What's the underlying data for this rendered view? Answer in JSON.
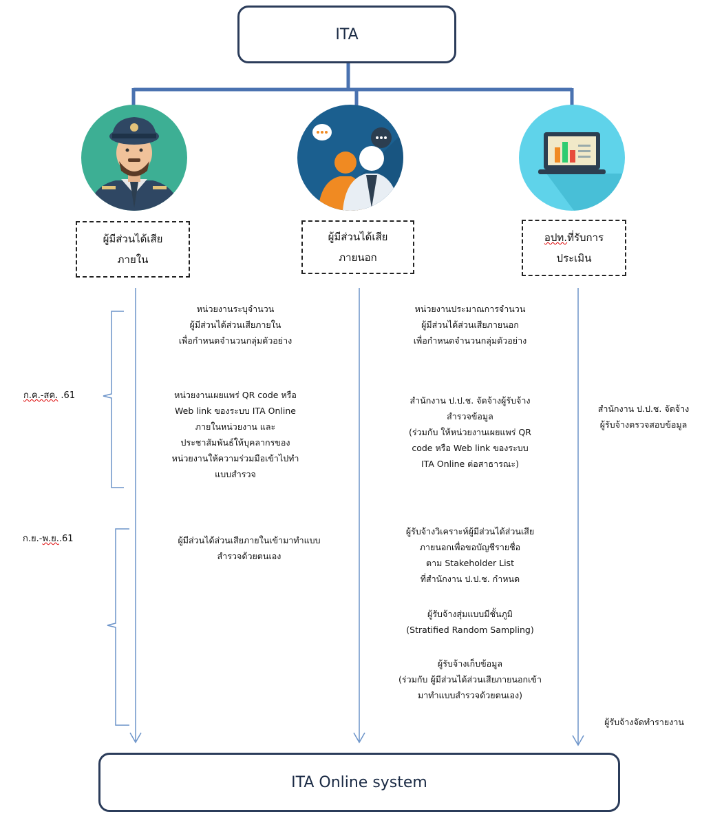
{
  "top_box": {
    "label": "ITA"
  },
  "bottom_box": {
    "label": "ITA Online system"
  },
  "groups": [
    {
      "icon": "officer-icon",
      "label_line1": "ผู้มีส่วนได้เสีย",
      "label_line2": "ภายใน"
    },
    {
      "icon": "people-chat-icon",
      "label_line1": "ผู้มีส่วนได้เสีย",
      "label_line2": "ภายนอก"
    },
    {
      "icon": "laptop-chart-icon",
      "label_line1_underlined": "อปท.",
      "label_line1_rest": "ที่รับการ",
      "label_line2": "ประเมิน"
    }
  ],
  "periods": [
    {
      "label_underlined": "ก.ค.-สค.",
      "label_rest": " .61"
    },
    {
      "label_prefix": "ก.ย.-",
      "label_underlined": "พ.ย.",
      "label_rest": ".61"
    }
  ],
  "steps": {
    "internal": [
      [
        "หน่วยงานระบุจำนวน",
        "ผู้มีส่วนได้ส่วนเสียภายใน",
        "เพื่อกำหนดจำนวนกลุ่มตัวอย่าง"
      ],
      [
        "หน่วยงานเผยแพร่ QR code หรือ",
        "Web link ของระบบ ITA Online",
        "ภายในหน่วยงาน และ",
        "ประชาสัมพันธ์ให้บุคลากรของ",
        "หน่วยงานให้ความร่วมมือเข้าไปทำ",
        "แบบสำรวจ"
      ],
      [
        "ผู้มีส่วนได้ส่วนเสียภายในเข้ามาทำแบบ",
        "สำรวจด้วยตนเอง"
      ]
    ],
    "external": [
      [
        "หน่วยงานประมาณการจำนวน",
        "ผู้มีส่วนได้ส่วนเสียภายนอก",
        "เพื่อกำหนดจำนวนกลุ่มตัวอย่าง"
      ],
      [
        "สำนักงาน ป.ป.ช. จัดจ้างผู้รับจ้าง",
        "สำรวจข้อมูล",
        "(ร่วมกับ ให้หน่วยงานเผยแพร่ QR",
        "code หรือ Web link ของระบบ",
        "ITA Online ต่อสาธารณะ)"
      ],
      [
        "ผู้รับจ้างวิเคราะห์ผู้มีส่วนได้ส่วนเสีย",
        "ภายนอกเพื่อขอบัญชีรายชื่อ",
        "ตาม Stakeholder List",
        "ที่สำนักงาน ป.ป.ช. กำหนด"
      ],
      [
        "ผู้รับจ้างสุ่มแบบมีชั้นภูมิ",
        "(Stratified Random Sampling)"
      ],
      [
        "ผู้รับจ้างเก็บข้อมูล",
        "(ร่วมกับ ผู้มีส่วนได้ส่วนเสียภายนอกเข้า",
        "มาทำแบบสำรวจด้วยตนเอง)"
      ]
    ],
    "agency": [
      [
        "สำนักงาน ป.ป.ช. จัดจ้าง",
        "ผู้รับจ้างตรวจสอบข้อมูล"
      ],
      [
        "ผู้รับจ้างจัดทำรายงาน"
      ]
    ]
  },
  "colors": {
    "connector": "#4a72b0",
    "arrow": "#6b93c9",
    "box_border": "#2b3c5a"
  }
}
